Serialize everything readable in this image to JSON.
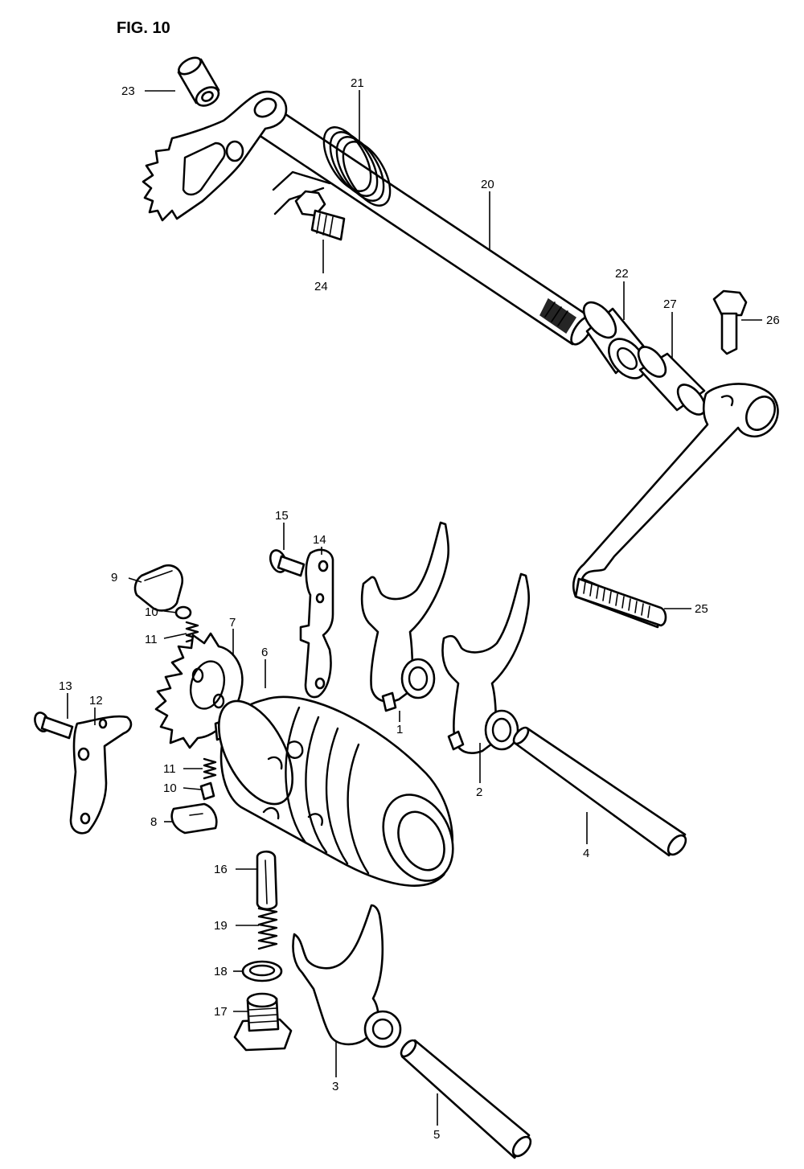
{
  "figure_title": "FIG. 10",
  "callouts": {
    "c1": "1",
    "c2": "2",
    "c3": "3",
    "c4": "4",
    "c5": "5",
    "c6": "6",
    "c7": "7",
    "c8": "8",
    "c9": "9",
    "c10a": "10",
    "c10b": "10",
    "c11a": "11",
    "c11b": "11",
    "c12": "12",
    "c13": "13",
    "c14": "14",
    "c15": "15",
    "c16": "16",
    "c17": "17",
    "c18": "18",
    "c19": "19",
    "c20": "20",
    "c21": "21",
    "c22": "22",
    "c23": "23",
    "c24": "24",
    "c25": "25",
    "c26": "26",
    "c27": "27"
  }
}
